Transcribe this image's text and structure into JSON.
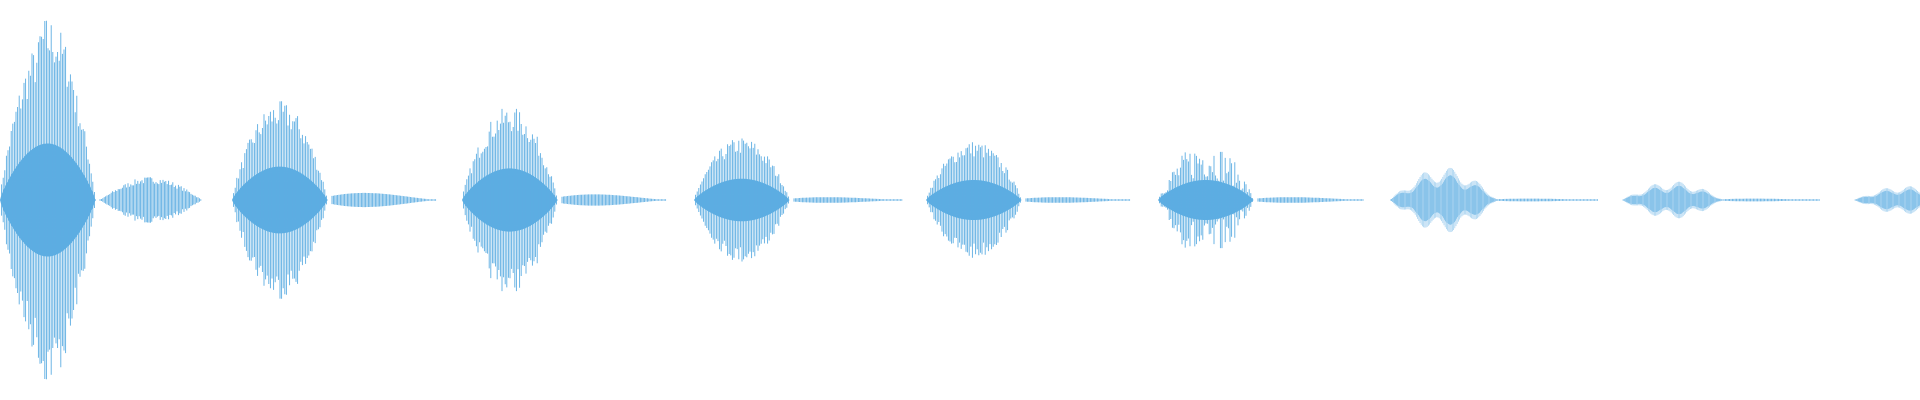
{
  "waveform": {
    "color": "#5dade2",
    "light_color": "#a9d3f0",
    "segment_count": 9,
    "segments": [
      {
        "peak": 0.93,
        "tail": 0.13,
        "texture": "spiky"
      },
      {
        "peak": 0.55,
        "tail": 0.05,
        "texture": "spiky"
      },
      {
        "peak": 0.52,
        "tail": 0.04,
        "texture": "spiky"
      },
      {
        "peak": 0.35,
        "tail": 0.02,
        "texture": "spiky"
      },
      {
        "peak": 0.33,
        "tail": 0.02,
        "texture": "spiky"
      },
      {
        "peak": 0.33,
        "tail": 0.02,
        "texture": "noisy"
      },
      {
        "peak": 0.14,
        "tail": 0.01,
        "texture": "smooth"
      },
      {
        "peak": 0.08,
        "tail": 0.01,
        "texture": "smooth"
      },
      {
        "peak": 0.06,
        "tail": 0.0,
        "texture": "smooth"
      }
    ]
  }
}
